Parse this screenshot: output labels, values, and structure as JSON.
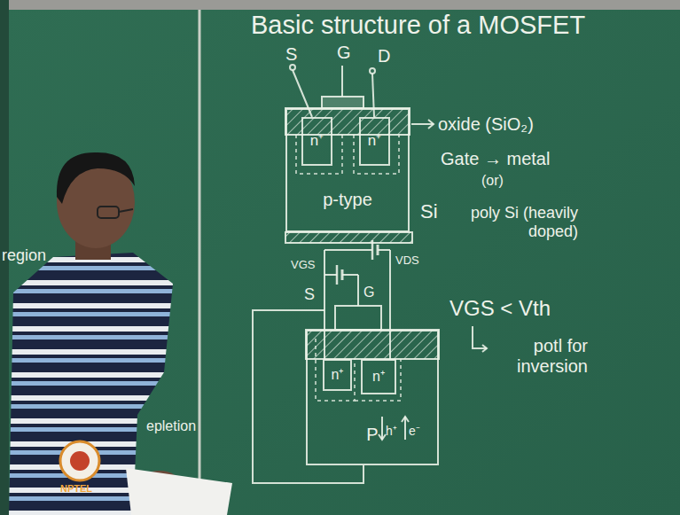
{
  "diagram": {
    "title": "Basic structure of a MOSFET",
    "nodes": [
      {
        "text": [
          "p-type"
        ]
      },
      {
        "text": [
          "n⁺"
        ],
        "in": 0
      },
      {
        "text": [
          "n⁺"
        ],
        "in": 0
      },
      {
        "text": [
          "P"
        ]
      },
      {
        "text": [
          "n⁺"
        ],
        "in": 3
      },
      {
        "text": [
          "n⁺"
        ],
        "in": 3
      }
    ],
    "labels": [
      "S",
      "G",
      "D",
      "oxide (SiO₂)",
      "Gate → metal",
      "(or)",
      "Si",
      "poly Si (heavily doped)",
      "VGS",
      "G",
      "VDS",
      "S",
      "h⁺",
      "e⁻",
      "VGS < Vth",
      "potl for inversion",
      "region",
      "epletion",
      "NPTEL"
    ]
  }
}
